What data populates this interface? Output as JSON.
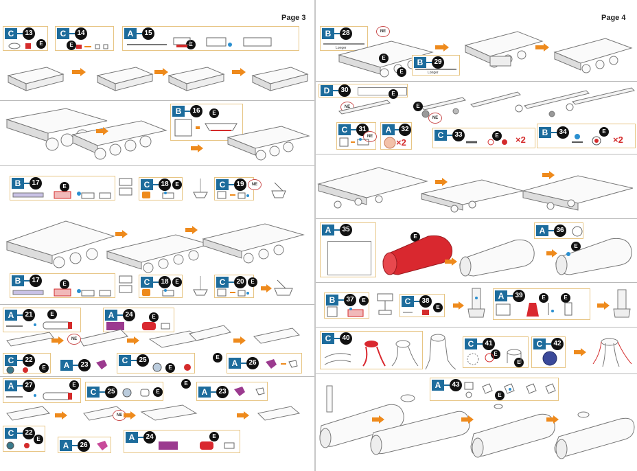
{
  "pages": {
    "left": {
      "label": "Page 3"
    },
    "right": {
      "label": "Page 4"
    }
  },
  "labels": {
    "e": "E",
    "ne": "NE",
    "longer": "Longer",
    "times2": "×2"
  },
  "steps": {
    "s13": {
      "letter": "C",
      "num": "13"
    },
    "s14": {
      "letter": "C",
      "num": "14"
    },
    "s15": {
      "letter": "A",
      "num": "15"
    },
    "s16": {
      "letter": "B",
      "num": "16"
    },
    "s17a": {
      "letter": "B",
      "num": "17"
    },
    "s18a": {
      "letter": "C",
      "num": "18"
    },
    "s19": {
      "letter": "C",
      "num": "19"
    },
    "s17b": {
      "letter": "B",
      "num": "17"
    },
    "s18b": {
      "letter": "C",
      "num": "18"
    },
    "s20": {
      "letter": "C",
      "num": "20"
    },
    "s21": {
      "letter": "A",
      "num": "21"
    },
    "s24a": {
      "letter": "A",
      "num": "24"
    },
    "s22a": {
      "letter": "C",
      "num": "22"
    },
    "s23a": {
      "letter": "A",
      "num": "23"
    },
    "s25a": {
      "letter": "C",
      "num": "25"
    },
    "s26a": {
      "letter": "A",
      "num": "26"
    },
    "s27": {
      "letter": "A",
      "num": "27"
    },
    "s25b": {
      "letter": "C",
      "num": "25"
    },
    "s23b": {
      "letter": "A",
      "num": "23"
    },
    "s22b": {
      "letter": "C",
      "num": "22"
    },
    "s26b": {
      "letter": "A",
      "num": "26"
    },
    "s24b": {
      "letter": "A",
      "num": "24"
    },
    "s28": {
      "letter": "B",
      "num": "28"
    },
    "s29": {
      "letter": "B",
      "num": "29"
    },
    "s30": {
      "letter": "D",
      "num": "30"
    },
    "s31": {
      "letter": "C",
      "num": "31"
    },
    "s32": {
      "letter": "A",
      "num": "32"
    },
    "s33": {
      "letter": "C",
      "num": "33"
    },
    "s34": {
      "letter": "B",
      "num": "34"
    },
    "s35": {
      "letter": "A",
      "num": "35"
    },
    "s36": {
      "letter": "A",
      "num": "36"
    },
    "s37": {
      "letter": "B",
      "num": "37"
    },
    "s38": {
      "letter": "C",
      "num": "38"
    },
    "s39": {
      "letter": "A",
      "num": "39"
    },
    "s40": {
      "letter": "C",
      "num": "40"
    },
    "s41": {
      "letter": "C",
      "num": "41"
    },
    "s42": {
      "letter": "C",
      "num": "42"
    },
    "s43": {
      "letter": "A",
      "num": "43"
    }
  },
  "colors": {
    "badge": "#1d6c9c",
    "arrow": "#ee8a1c",
    "frame": "#e7c584",
    "accent_red": "#d42b2b",
    "part_blue": "#2a8fd0",
    "boiler_red": "#d9282f",
    "cab_purple": "#9b3a8f"
  },
  "icons": {
    "step_arrow": "orange-right-arrow-icon",
    "tab": "e-tab-icon",
    "non_etched": "ne-icon"
  }
}
